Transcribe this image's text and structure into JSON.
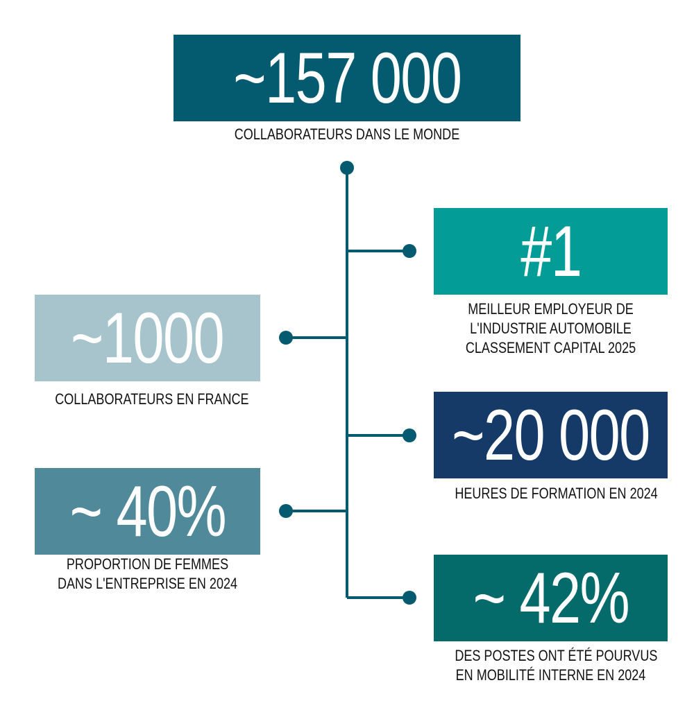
{
  "colors": {
    "line": "#045a6e",
    "world": "#045a6e",
    "ranking": "#049c96",
    "france": "#a7c4cc",
    "training": "#163a68",
    "women": "#508a9a",
    "mobility": "#046a6a"
  },
  "stats": {
    "world": {
      "value": "~157 000",
      "caption": [
        "COLLABORATEURS DANS LE MONDE"
      ]
    },
    "ranking": {
      "value": "#1",
      "caption": [
        "MEILLEUR EMPLOYEUR DE",
        "L'INDUSTRIE AUTOMOBILE",
        "CLASSEMENT CAPITAL 2025"
      ]
    },
    "france": {
      "value": "~1000",
      "caption": [
        "COLLABORATEURS EN FRANCE"
      ]
    },
    "training": {
      "value": "~20 000",
      "caption": [
        "HEURES DE FORMATION EN 2024"
      ]
    },
    "women": {
      "value": "~ 40%",
      "caption": [
        "PROPORTION DE FEMMES",
        "DANS L'ENTREPRISE EN 2024"
      ]
    },
    "mobility": {
      "value": "~ 42%",
      "caption": [
        "DES POSTES ONT ÉTÉ POURVUS",
        "EN MOBILITÉ INTERNE EN 2024"
      ]
    }
  }
}
